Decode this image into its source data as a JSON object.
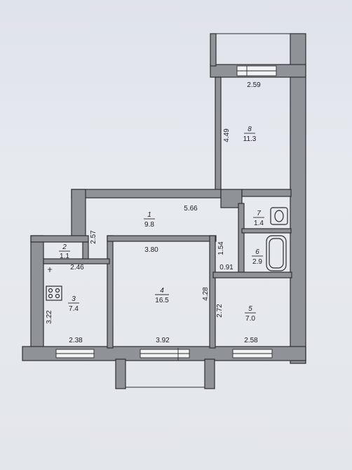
{
  "rooms": [
    {
      "id": "1",
      "area": "9.8"
    },
    {
      "id": "2",
      "area": "1.1"
    },
    {
      "id": "3",
      "area": "7.4"
    },
    {
      "id": "4",
      "area": "16.5"
    },
    {
      "id": "5",
      "area": "7.0"
    },
    {
      "id": "6",
      "area": "2.9"
    },
    {
      "id": "7",
      "area": "1.4"
    },
    {
      "id": "8",
      "area": "11.3"
    }
  ],
  "dimensions": {
    "d_2_59": "2.59",
    "d_4_49": "4.49",
    "d_5_66": "5.66",
    "d_2_57": "2.57",
    "d_3_80": "3.80",
    "d_1_54": "1.54",
    "d_0_91": "0.91",
    "d_2_46": "2.46",
    "d_3_22": "3.22",
    "d_4_28": "4.28",
    "d_2_72": "2.72",
    "d_2_38": "2.38",
    "d_3_92": "3.92",
    "d_2_58": "2.58"
  }
}
